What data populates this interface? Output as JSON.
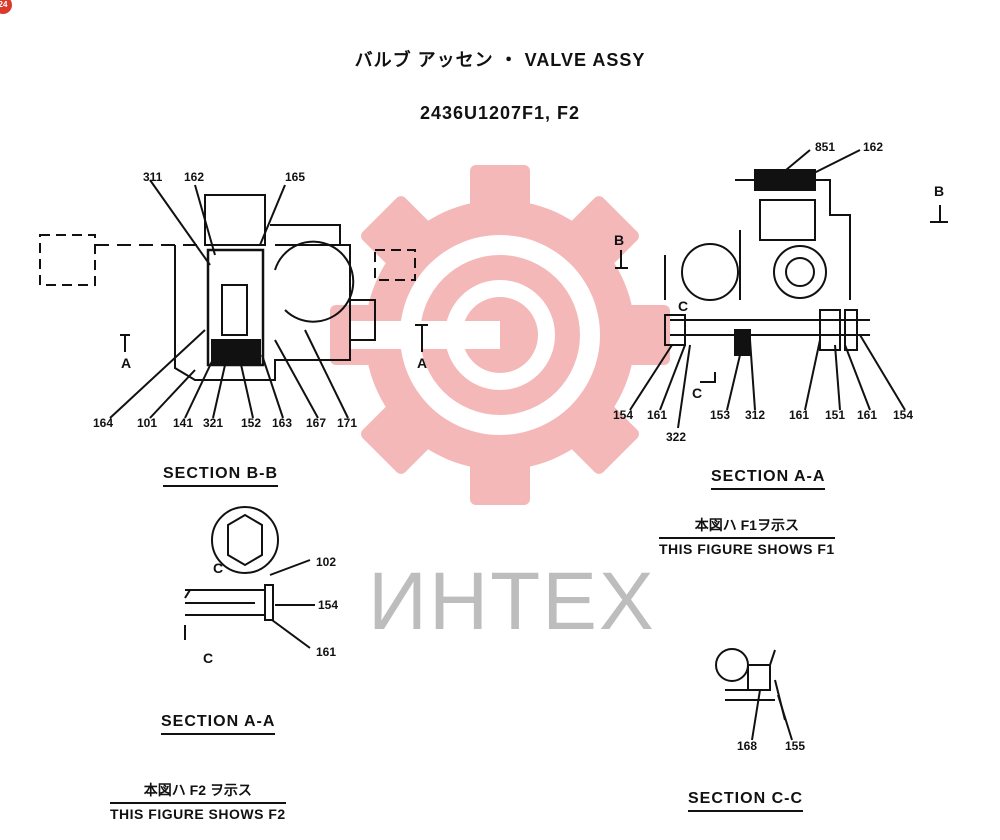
{
  "corner_badge": "24",
  "title_line": "バルブ アッセン ・ VALVE ASSY",
  "part_number": "2436U1207F1, F2",
  "watermark_text": "ИНТЕХ",
  "colors": {
    "watermark": "#f4b8b8",
    "watermark_text": "#bdbdbd",
    "ink": "#111111",
    "badge": "#d93a2b"
  },
  "section_bb": {
    "heading": "SECTION B-B",
    "arrow_label": "A",
    "callouts_top": [
      "311",
      "162",
      "165"
    ],
    "callouts_bottom": [
      "164",
      "101",
      "141",
      "321",
      "152",
      "163",
      "167",
      "171"
    ]
  },
  "section_aa_f1": {
    "heading": "SECTION A-A",
    "arrow_label": "B",
    "cut_label": "C",
    "callouts_top": [
      "851",
      "162"
    ],
    "callouts_bottom": [
      "154",
      "161",
      "322",
      "153",
      "312",
      "161",
      "151",
      "161",
      "154"
    ],
    "note_jp": "本図ハ F1ヲ示ス",
    "note_en": "THIS FIGURE SHOWS F1"
  },
  "section_aa_f2": {
    "heading": "SECTION A-A",
    "cut_label": "C",
    "callouts": [
      "102",
      "154",
      "161"
    ],
    "note_jp": "本図ハ F2 ヲ示ス",
    "note_en": "THIS FIGURE SHOWS F2"
  },
  "section_cc": {
    "heading": "SECTION C-C",
    "callouts": [
      "168",
      "155"
    ]
  }
}
